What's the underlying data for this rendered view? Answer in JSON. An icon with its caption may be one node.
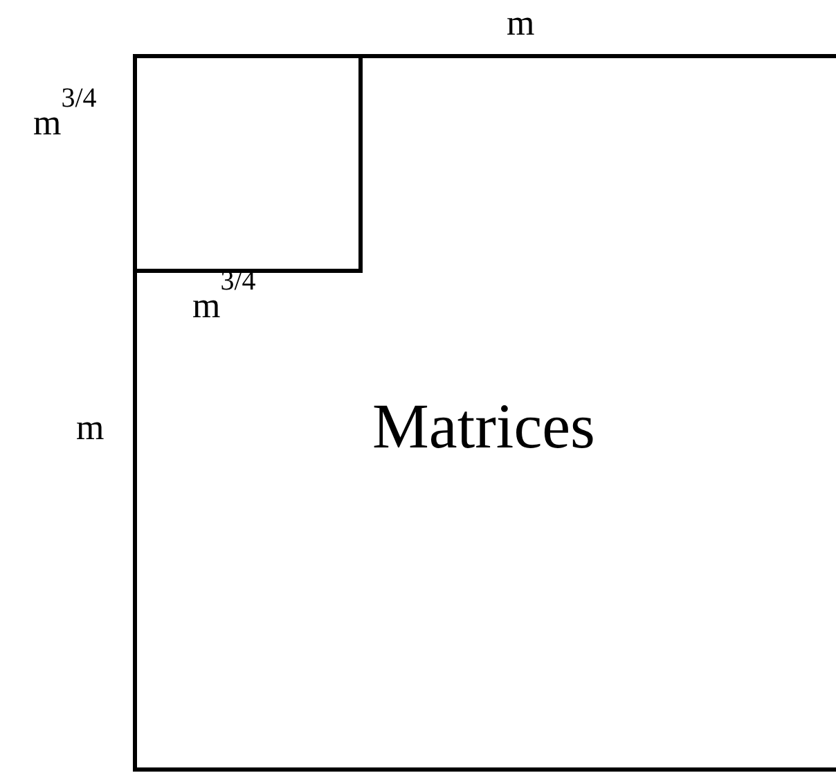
{
  "diagram": {
    "nodes": [
      {
        "text": [
          "Matrices"
        ]
      },
      {
        "text": [],
        "shape": "box",
        "in": 0
      }
    ],
    "labels": [
      "m",
      "m$^{3/4}$",
      "m$^{3/4}$",
      "m"
    ]
  }
}
